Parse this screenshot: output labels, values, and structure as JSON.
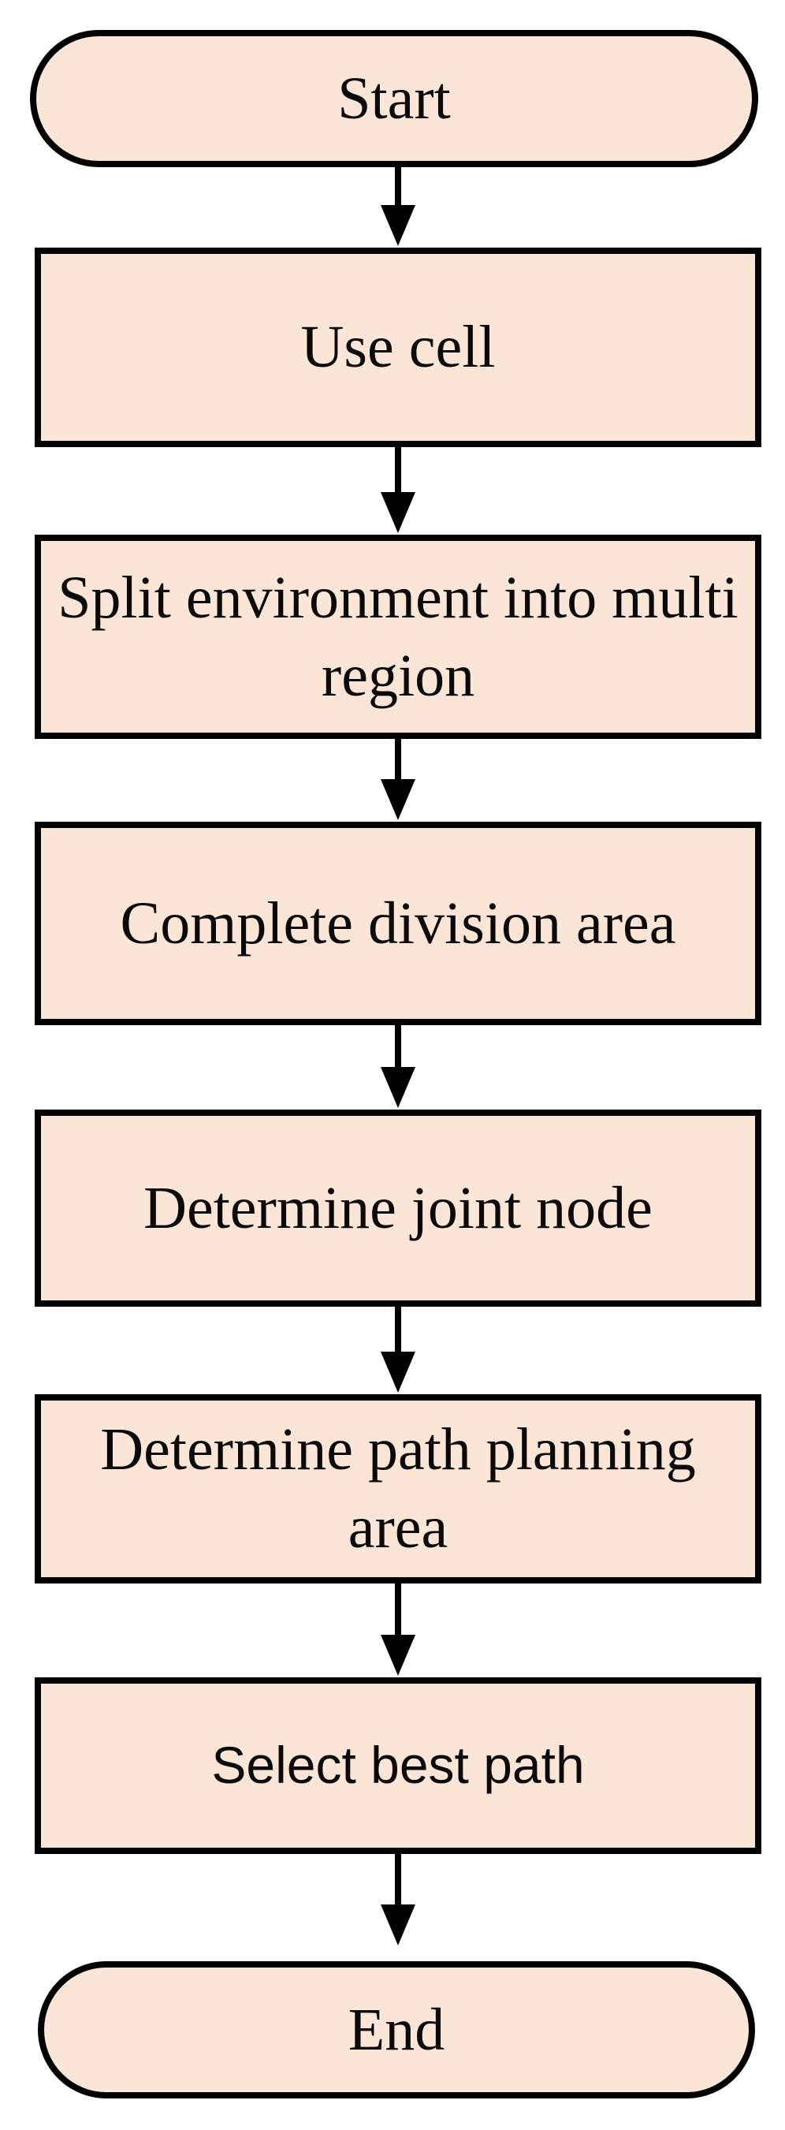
{
  "diagram": {
    "type": "flowchart",
    "direction": "top-down",
    "nodes": [
      {
        "id": "start",
        "shape": "terminator",
        "label": "Start"
      },
      {
        "id": "use-cell",
        "shape": "process",
        "label": "Use cell"
      },
      {
        "id": "split-environment",
        "shape": "process",
        "label": "Split environment into multi region"
      },
      {
        "id": "complete-division",
        "shape": "process",
        "label": "Complete division area"
      },
      {
        "id": "determine-joint-node",
        "shape": "process",
        "label": "Determine joint node"
      },
      {
        "id": "determine-path-planning",
        "shape": "process",
        "label": "Determine path planning area"
      },
      {
        "id": "select-best-path",
        "shape": "process",
        "label": "Select best path"
      },
      {
        "id": "end",
        "shape": "terminator",
        "label": "End"
      }
    ],
    "edges": [
      {
        "from": "start",
        "to": "use-cell"
      },
      {
        "from": "use-cell",
        "to": "split-environment"
      },
      {
        "from": "split-environment",
        "to": "complete-division"
      },
      {
        "from": "complete-division",
        "to": "determine-joint-node"
      },
      {
        "from": "determine-joint-node",
        "to": "determine-path-planning"
      },
      {
        "from": "determine-path-planning",
        "to": "select-best-path"
      },
      {
        "from": "select-best-path",
        "to": "end"
      }
    ],
    "colors": {
      "node_fill": "#fbe5d6",
      "node_border": "#000000",
      "arrow": "#000000",
      "text": "#0a0a0a",
      "background": "#ffffff"
    }
  }
}
